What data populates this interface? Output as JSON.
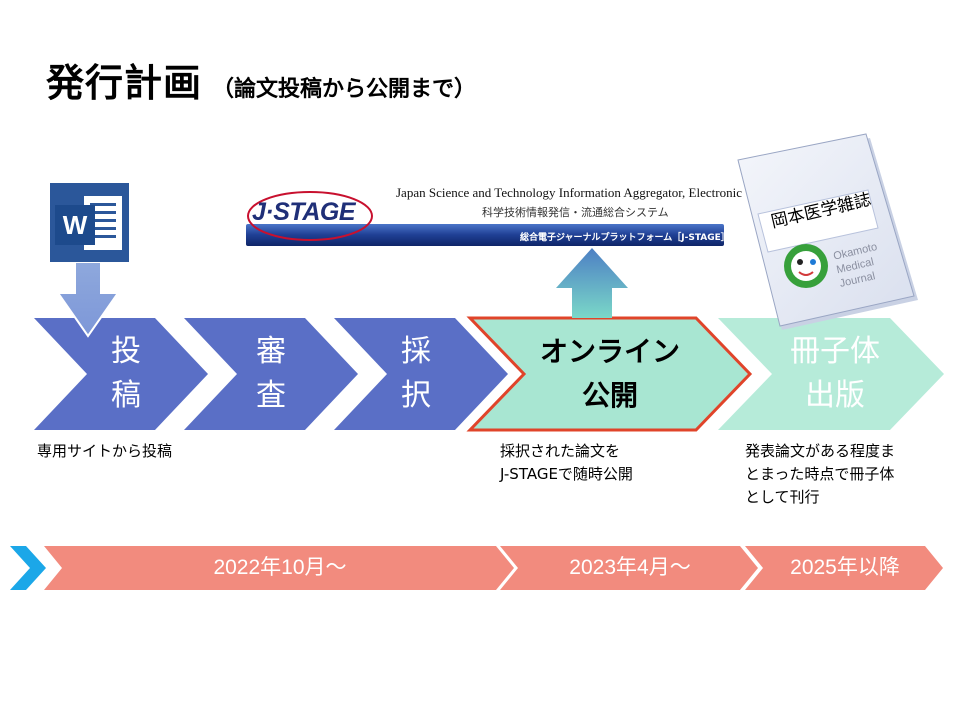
{
  "title": {
    "main": "発行計画",
    "sub": "（論文投稿から公開まで）"
  },
  "word_icon": {
    "letter": "W"
  },
  "jstage": {
    "logo": "J·STAGE",
    "line1": "Japan Science and Technology Information Aggregator, Electronic",
    "line2": "科学技術情報発信・流通総合システム",
    "bar": "総合電子ジャーナルプラットフォーム［J-STAGE］"
  },
  "journal": {
    "title": "岡本医学雑誌",
    "en1": "Okamoto",
    "en2": "Medical",
    "en3": "Journal"
  },
  "steps": [
    {
      "l1": "投",
      "l2": "稿"
    },
    {
      "l1": "審",
      "l2": "査"
    },
    {
      "l1": "採",
      "l2": "択"
    },
    {
      "l1": "オンライン",
      "l2": "公開"
    },
    {
      "l1": "冊子体",
      "l2": "出版"
    }
  ],
  "notes": {
    "submit": "専用サイトから投稿",
    "online_1": "採択された論文を",
    "online_2": "J-STAGEで随時公開",
    "print_1": "発表論文がある程度ま",
    "print_2": "とまった時点で冊子体",
    "print_3": "として刊行"
  },
  "timeline": [
    "2022年10月～",
    "2023年4月～",
    "2025年以降"
  ],
  "colors": {
    "step_blue": "#5a6fc6",
    "step_green": "#a8e6d2",
    "highlight_border": "#e0442a",
    "timeline": "#f28b7e",
    "arrow_blue": "#1ba7e8",
    "word_blue": "#2b579a"
  }
}
